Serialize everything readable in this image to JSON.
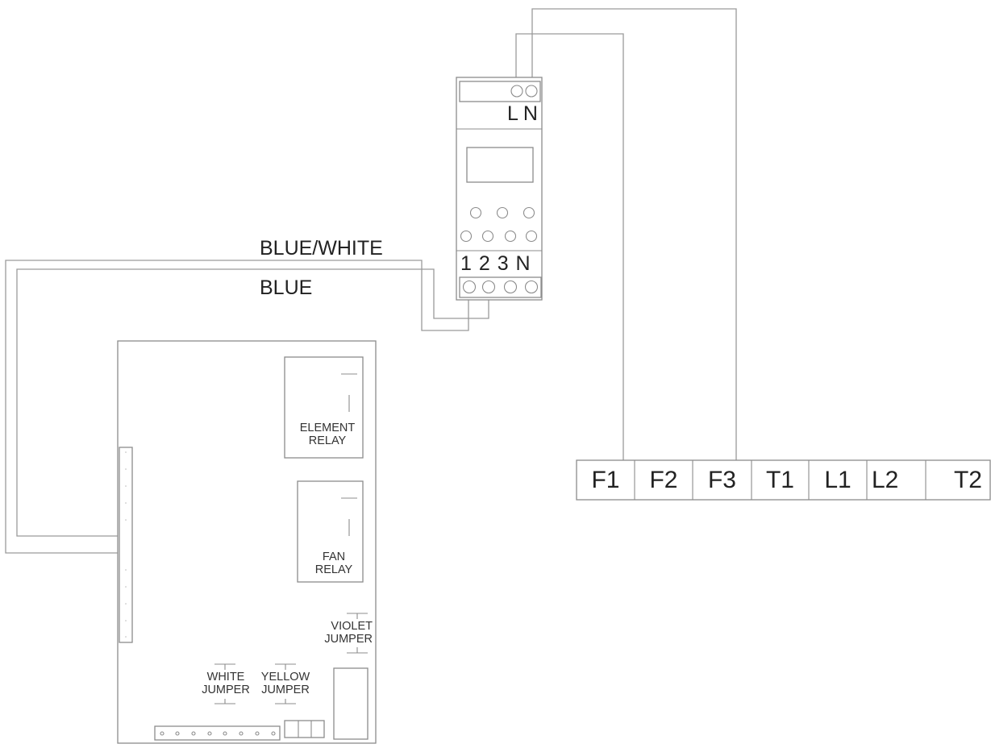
{
  "diagram": {
    "type": "wiring diagram",
    "colors": {
      "wire": "#9a9a9a",
      "outline": "#8c8c8c",
      "text": "#222222"
    }
  },
  "timer": {
    "top_terminal_labels": "L N",
    "bottom_terminal_labels": "1 2 3 N"
  },
  "wires": {
    "blue_white_label": "BLUE/WHITE",
    "blue_label": "BLUE"
  },
  "control_board": {
    "element_relay_label": "ELEMENT\nRELAY",
    "element_relay_line1": "ELEMENT",
    "element_relay_line2": "RELAY",
    "fan_relay_line1": "FAN",
    "fan_relay_line2": "RELAY",
    "violet_jumper_line1": "VIOLET",
    "violet_jumper_line2": "JUMPER",
    "white_jumper_line1": "WHITE",
    "white_jumper_line2": "JUMPER",
    "yellow_jumper_line1": "YELLOW",
    "yellow_jumper_line2": "JUMPER"
  },
  "terminal_block": {
    "cells": [
      "F1",
      "F2",
      "F3",
      "T1",
      "L1",
      "L2",
      "T2"
    ]
  }
}
